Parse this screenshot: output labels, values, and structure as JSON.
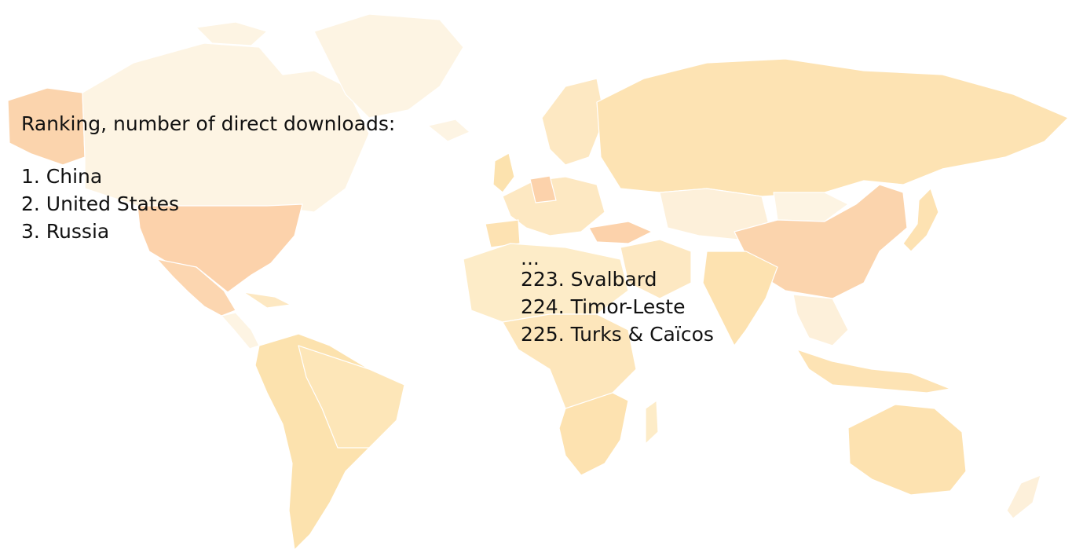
{
  "heading": "Ranking, number of direct downloads:",
  "top_ranking": [
    {
      "label": "1. China"
    },
    {
      "label": "2. United States"
    },
    {
      "label": "3. Russia"
    }
  ],
  "ellipsis": "...",
  "tail_ranking": [
    {
      "label": "223. Svalbard"
    },
    {
      "label": "224. Timor-Leste"
    },
    {
      "label": "225. Turks & Caïcos"
    }
  ],
  "legend_scale": {
    "lowest": "#fdf4e3",
    "low": "#fde8c2",
    "mid": "#fce2ae",
    "high": "#fcd6b0",
    "highest": "#fbd4ad"
  }
}
